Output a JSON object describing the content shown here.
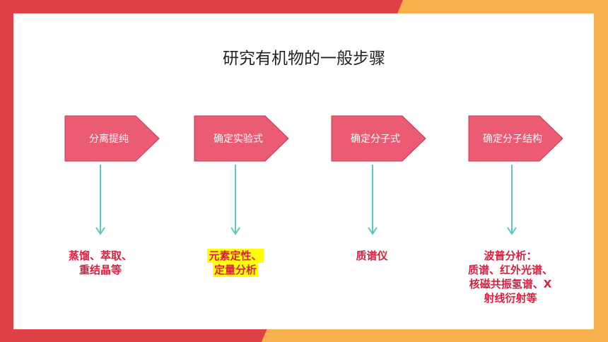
{
  "slide": {
    "title": "研究有机物的一般步骤"
  },
  "steps": [
    {
      "label": "分离提纯"
    },
    {
      "label": "确定实验式"
    },
    {
      "label": "确定分子式"
    },
    {
      "label": "确定分子结构"
    }
  ],
  "methods": [
    {
      "lines": [
        "蒸馏、萃取、",
        "重结晶等"
      ],
      "highlight": false
    },
    {
      "lines": [
        "元素定性、",
        "定量分析"
      ],
      "highlight": true
    },
    {
      "lines": [
        "质谱仪"
      ],
      "highlight": false
    },
    {
      "lines": [
        "波普分析：",
        "质谱、红外光谱、",
        "核磁共振氢谱、X",
        "射线衍射等"
      ],
      "highlight": false
    }
  ],
  "colors": {
    "frame_red": "#df4146",
    "frame_orange": "#f6b04e",
    "step_fill": "#ec5b74",
    "step_stroke": "#c4364f",
    "arrow": "#5bc6c3",
    "method_text": "#d9203f",
    "highlight": "#ffff00"
  }
}
